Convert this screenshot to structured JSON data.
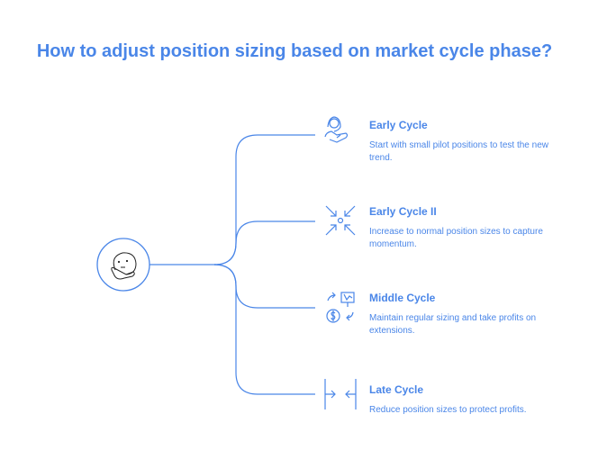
{
  "title": "How to adjust position sizing based on market cycle phase?",
  "accent": "#4a86e8",
  "center_icon": "thinking-face-icon",
  "phases": [
    {
      "title": "Early Cycle",
      "desc": "Start with small pilot positions to test the new trend.",
      "icon": "person-hand-icon"
    },
    {
      "title": "Early Cycle II",
      "desc": "Increase to normal position sizes to capture momentum.",
      "icon": "converge-arrows-icon"
    },
    {
      "title": "Middle Cycle",
      "desc": "Maintain regular sizing and take profits on extensions.",
      "icon": "money-chart-exchange-icon"
    },
    {
      "title": "Late Cycle",
      "desc": "Reduce position sizes to protect profits.",
      "icon": "compress-arrows-icon"
    }
  ]
}
